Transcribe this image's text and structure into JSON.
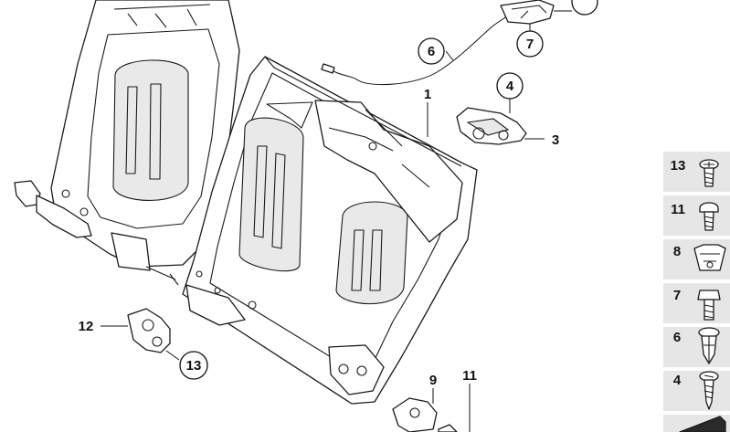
{
  "callouts": {
    "c6": "6",
    "c7": "7",
    "c4": "4",
    "c13_bottom": "13",
    "l1": "1",
    "l3": "3",
    "l12": "12",
    "l9": "9",
    "l11": "11"
  },
  "sidebar": {
    "items": [
      {
        "label": "13",
        "icon": "torx-screw-icon"
      },
      {
        "label": "11",
        "icon": "pan-head-screw-icon"
      },
      {
        "label": "8",
        "icon": "clip-nut-icon"
      },
      {
        "label": "7",
        "icon": "hex-bolt-icon"
      },
      {
        "label": "6",
        "icon": "expansion-rivet-icon"
      },
      {
        "label": "4",
        "icon": "self-tapping-screw-icon"
      }
    ]
  },
  "colors": {
    "line": "#1a1a1a",
    "sidebar_bg": "#e6e6e6",
    "background": "#ffffff"
  }
}
